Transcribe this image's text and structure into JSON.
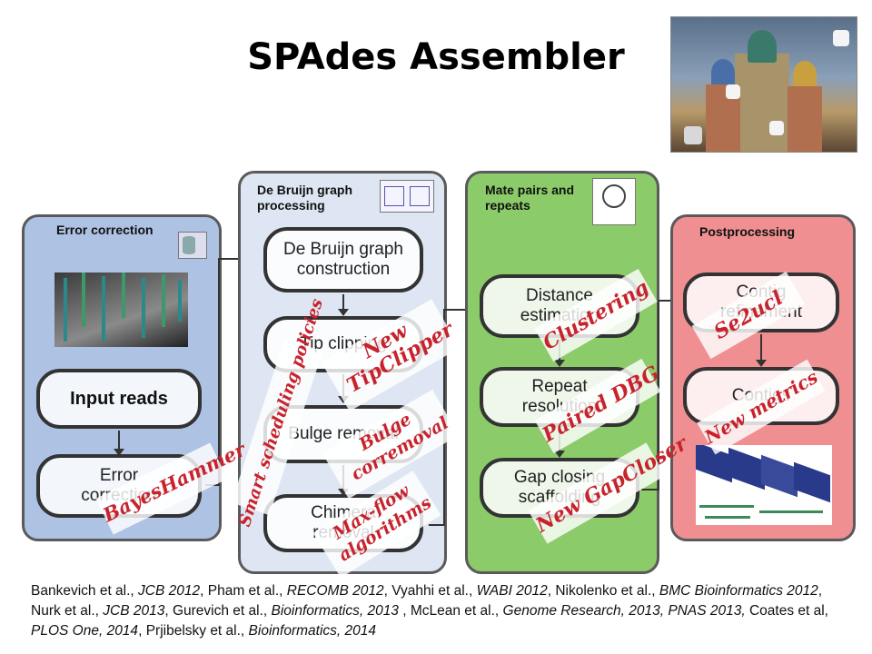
{
  "title": "SPAdes Assembler",
  "panels": {
    "error": {
      "title": "Error correction",
      "steps": [
        "Input reads",
        "Error correction"
      ],
      "stamp": "BayesHammer"
    },
    "debruijn": {
      "title": "De Bruijn graph processing",
      "steps": [
        "De Bruijn graph construction",
        "Tip clipping",
        "Bulge removal",
        "Chimera removal"
      ],
      "stamp_side": "Smart scheduling policies",
      "stamps": [
        "New TipClipper",
        "Bulge corremoval",
        "Max-flow algorithms"
      ]
    },
    "mate": {
      "title": "Mate pairs and repeats",
      "steps": [
        "Distance estimation",
        "Repeat resolution",
        "Gap closing scaffolding"
      ],
      "stamps": [
        "Clustering",
        "Paired DBG",
        "New GapCloser"
      ]
    },
    "post": {
      "title": "Postprocessing",
      "steps": [
        "Contig refinement",
        "Contigs"
      ],
      "stamps": [
        "Se2ucl",
        "New metrics"
      ]
    }
  },
  "citation": {
    "refs": [
      {
        "a": "Bankevich et al., ",
        "j": "JCB 2012",
        "s": ", "
      },
      {
        "a": "Pham et al., ",
        "j": "RECOMB 2012",
        "s": ", "
      },
      {
        "a": "Vyahhi et al., ",
        "j": "WABI 2012",
        "s": ", "
      },
      {
        "a": "Nikolenko et al., ",
        "j": "BMC Bioinformatics 2012",
        "s": ", "
      },
      {
        "a": "Nurk et al., ",
        "j": "JCB 2013",
        "s": ", "
      },
      {
        "a": "Gurevich et al., ",
        "j": "Bioinformatics, 2013",
        "s": " , "
      },
      {
        "a": "McLean et al., ",
        "j": "Genome Research, 2013, PNAS 2013,",
        "s": " "
      },
      {
        "a": "Coates et al, ",
        "j": "PLOS One, 2014",
        "s": ", "
      },
      {
        "a": "Prjibelsky et al., ",
        "j": "Bioinformatics, 2014",
        "s": ""
      }
    ]
  }
}
